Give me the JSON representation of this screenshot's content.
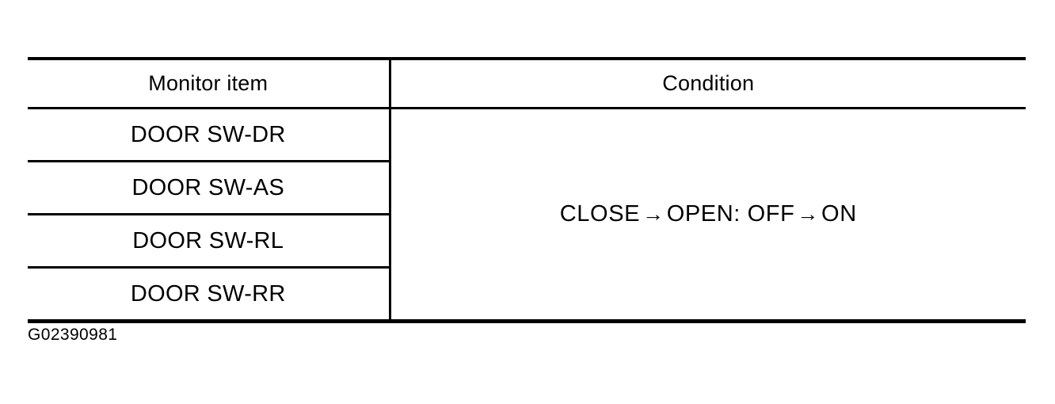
{
  "table": {
    "headers": {
      "monitor_item": "Monitor item",
      "condition": "Condition"
    },
    "rows": [
      {
        "monitor_item": "DOOR SW-DR"
      },
      {
        "monitor_item": "DOOR SW-AS"
      },
      {
        "monitor_item": "DOOR SW-RL"
      },
      {
        "monitor_item": "DOOR SW-RR"
      }
    ],
    "condition_value": {
      "from_state": "CLOSE",
      "arrow_1": "→",
      "to_state": "OPEN:",
      "from_signal": "OFF",
      "arrow_2": "→",
      "to_signal": "ON",
      "full_text": "CLOSE → OPEN: OFF → ON"
    }
  },
  "caption": "G02390981",
  "colors": {
    "background": "#ffffff",
    "ink": "#000000"
  }
}
